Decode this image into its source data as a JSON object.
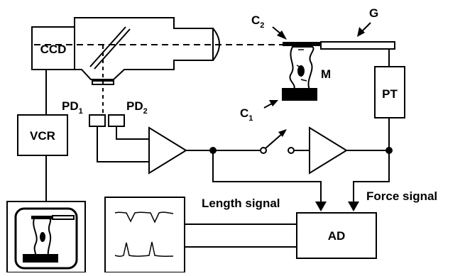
{
  "labels": {
    "ccd": "CCD",
    "vcr": "VCR",
    "pt": "PT",
    "ad": "AD",
    "m": "M",
    "g": "G",
    "c2_base": "C",
    "c2_sub": "2",
    "c1_base": "C",
    "c1_sub": "1",
    "pd1_base": "PD",
    "pd1_sub": "1",
    "pd2_base": "PD",
    "pd2_sub": "2",
    "length_signal": "Length signal",
    "force_signal": "Force signal"
  }
}
